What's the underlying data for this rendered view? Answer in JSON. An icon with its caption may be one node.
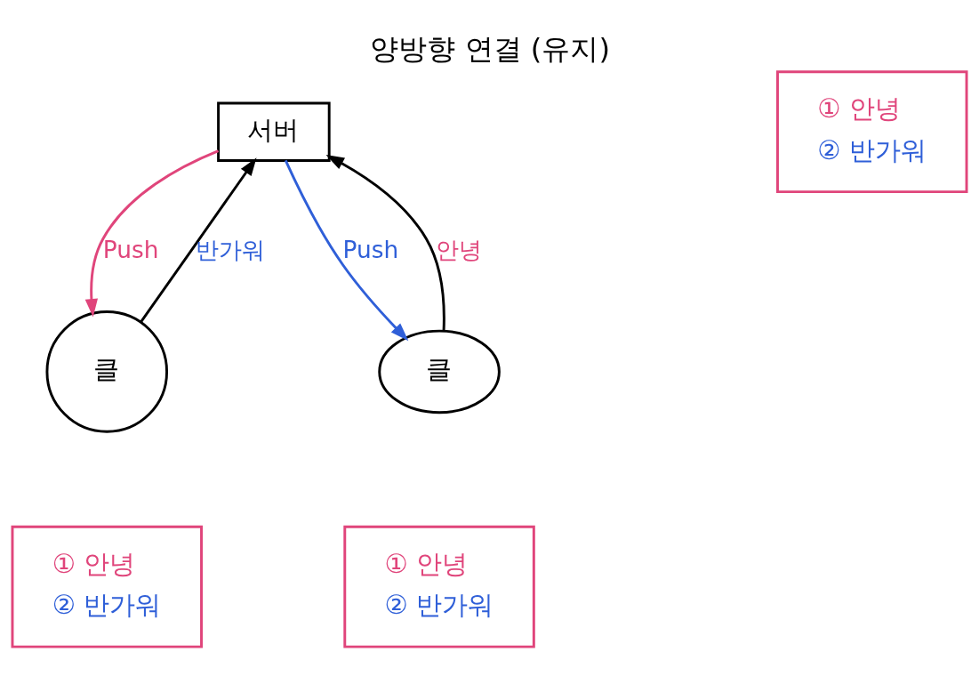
{
  "diagram": {
    "title": "양방향 연결 (유지)",
    "nodes": [
      {
        "text": [
          "서버"
        ]
      },
      {
        "text": [
          "클"
        ]
      },
      {
        "text": [
          "클"
        ]
      },
      {
        "text": [
          "① 안녕",
          "② 반가워"
        ]
      },
      {
        "text": [
          "① 안녕",
          "② 반가워"
        ]
      },
      {
        "text": [
          "① 안녕",
          "② 반가워"
        ]
      }
    ],
    "edges": [
      {
        "from": 1,
        "to": 0,
        "arrow": "to",
        "label": "반가워"
      },
      {
        "from": 0,
        "to": 1,
        "arrow": "to",
        "label": "Push",
        "color": "#e0457b"
      },
      {
        "from": 2,
        "to": 0,
        "arrow": "to",
        "label": "안녕"
      },
      {
        "from": 0,
        "to": 2,
        "arrow": "to",
        "label": "Push",
        "color": "#2f5fd8"
      }
    ]
  }
}
